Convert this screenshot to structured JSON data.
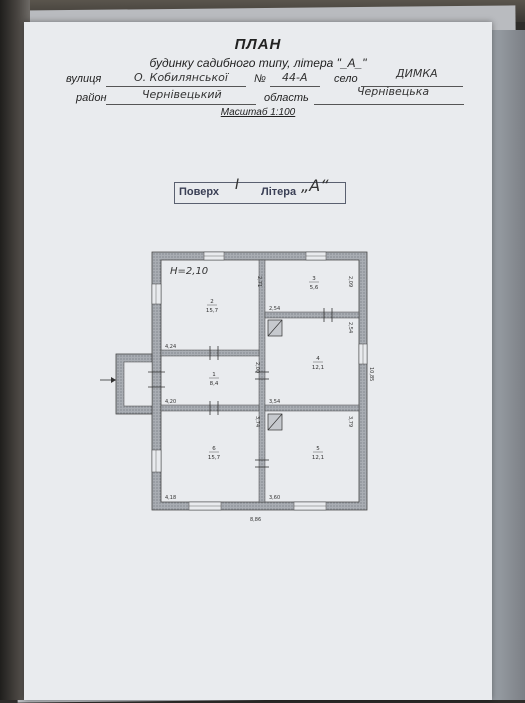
{
  "header": {
    "title": "ПЛАН",
    "subtitle": "будинку садибного типу, літера \"_А_\"",
    "street_label": "вулиця",
    "street_value": "О. Кобилянської",
    "number_label": "№",
    "number_value": "44-А",
    "village_label": "село",
    "village_value": "ДИМКА",
    "district_label": "район",
    "district_value": "Чернівецький",
    "region_label": "область",
    "region_value": "Чернівецька",
    "scale": "Масштаб 1:100"
  },
  "stamp": {
    "floor_label": "Поверх",
    "floor_value": "I",
    "letter_label": "Літера",
    "letter_value": "„А“"
  },
  "plan": {
    "height_note": "Н=2,10",
    "rooms": [
      {
        "num": "2",
        "area": "15,7"
      },
      {
        "num": "3",
        "area": "5,6"
      },
      {
        "num": "4",
        "area": "12,1"
      },
      {
        "num": "1",
        "area": "8,4"
      },
      {
        "num": "6",
        "area": "15,7"
      },
      {
        "num": "5",
        "area": "12,1"
      }
    ],
    "dims": {
      "d_top_right_a": "2,71",
      "d_top_right_b": "2,09",
      "d_mid_a": "2,54",
      "d_mid_b": "2,54",
      "d_left": "4,24",
      "d_center_v": "2,00",
      "d_right_outer": "10,85",
      "d_hall_bottom": "4,20",
      "d_hall_mid": "3,54",
      "d_lower_v": "3,74",
      "d_lower_right": "3,79",
      "d_bottom_left": "4,18",
      "d_bottom_mid": "3,60",
      "d_total_width": "8,86"
    }
  }
}
